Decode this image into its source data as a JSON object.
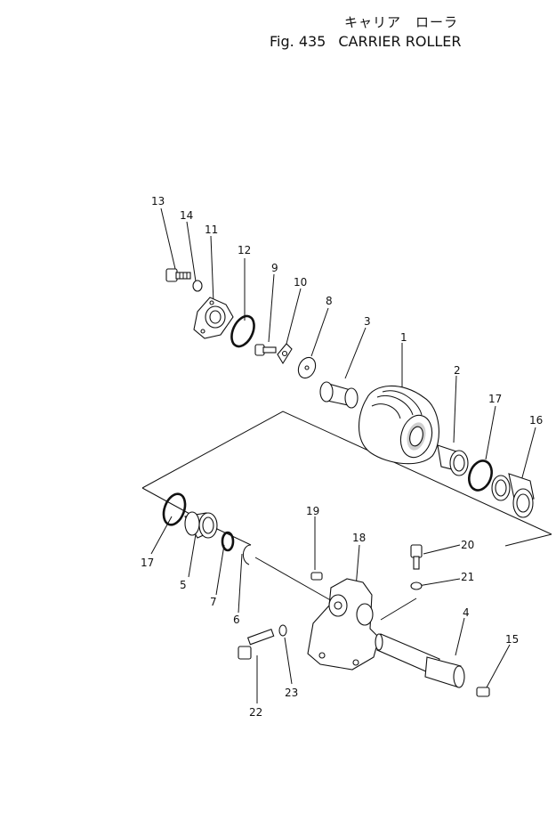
{
  "title": {
    "japanese": "キャリア　ローラ",
    "figure": "Fig. 435",
    "english": "CARRIER ROLLER"
  },
  "parts": [
    {
      "id": "p13",
      "number": "13"
    },
    {
      "id": "p14",
      "number": "14"
    },
    {
      "id": "p11",
      "number": "11"
    },
    {
      "id": "p12",
      "number": "12"
    },
    {
      "id": "p9",
      "number": "9"
    },
    {
      "id": "p10",
      "number": "10"
    },
    {
      "id": "p8",
      "number": "8"
    },
    {
      "id": "p3",
      "number": "3"
    },
    {
      "id": "p1",
      "number": "1"
    },
    {
      "id": "p2",
      "number": "2"
    },
    {
      "id": "p17a",
      "number": "17"
    },
    {
      "id": "p16",
      "number": "16"
    },
    {
      "id": "p17b",
      "number": "17"
    },
    {
      "id": "p5",
      "number": "5"
    },
    {
      "id": "p7",
      "number": "7"
    },
    {
      "id": "p6",
      "number": "6"
    },
    {
      "id": "p19",
      "number": "19"
    },
    {
      "id": "p18",
      "number": "18"
    },
    {
      "id": "p20",
      "number": "20"
    },
    {
      "id": "p21",
      "number": "21"
    },
    {
      "id": "p4",
      "number": "4"
    },
    {
      "id": "p15",
      "number": "15"
    },
    {
      "id": "p22",
      "number": "22"
    },
    {
      "id": "p23",
      "number": "23"
    }
  ]
}
